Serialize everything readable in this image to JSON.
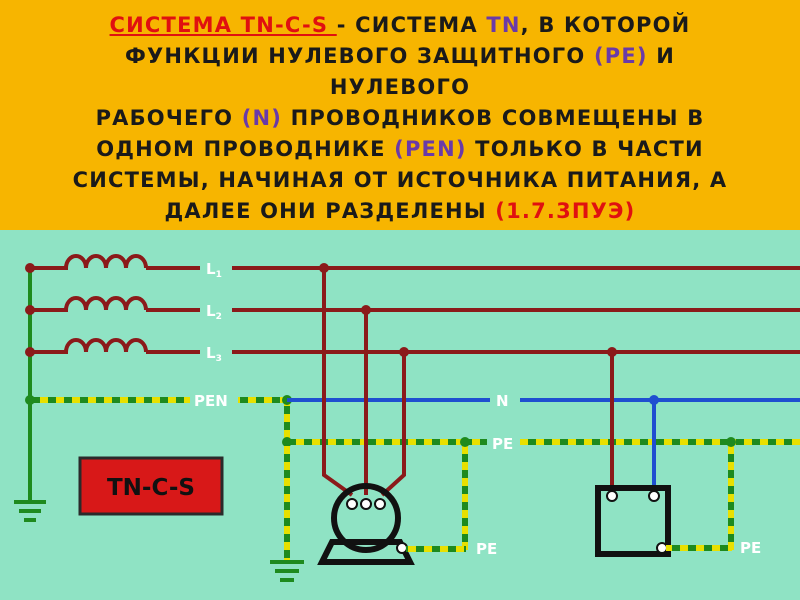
{
  "header": {
    "term": "СИСТЕМА  TN-C-S ",
    "dash": "- СИСТЕМА ",
    "tn": "TN",
    "t1": ",  В  КОТОРОЙ",
    "t2": "ФУНКЦИИ  НУЛЕВОГО  ЗАЩИТНОГО ",
    "pe": "(PE)",
    "t3": " И",
    "t4": "НУЛЕВОГО",
    "t5": "РАБОЧЕГО ",
    "n": "(N)",
    "t6": " ПРОВОДНИКОВ  СОВМЕЩЕНЫ  В",
    "t7": "ОДНОМ  ПРОВОДНИКЕ ",
    "pen": "(PEN)",
    "t8": " ТОЛЬКО  В  ЧАСТИ",
    "t9": "СИСТЕМЫ, НАЧИНАЯ  ОТ ИСТОЧНИКА ПИТАНИЯ, А",
    "t10": "ДАЛЕЕ ОНИ РАЗДЕЛЕНЫ ",
    "ref": "(1.7.3ПУЭ)"
  },
  "diagram": {
    "labels": {
      "l1": "L",
      "l1_sub": "1",
      "l2": "L",
      "l2_sub": "2",
      "l3": "L",
      "l3_sub": "3",
      "pen": "PEN",
      "n": "N",
      "pe_line": "PE",
      "pe_motor": "PE",
      "pe_box": "PE"
    },
    "system_badge": "TN-C-S",
    "colors": {
      "background": "#8fe3c4",
      "header": "#f7b500",
      "phase": "#8b1a1a",
      "neutral": "#1f4fd0",
      "pe_yellow": "#e8e000",
      "pe_green": "#1e8a1e",
      "badge": "#d81818"
    }
  }
}
